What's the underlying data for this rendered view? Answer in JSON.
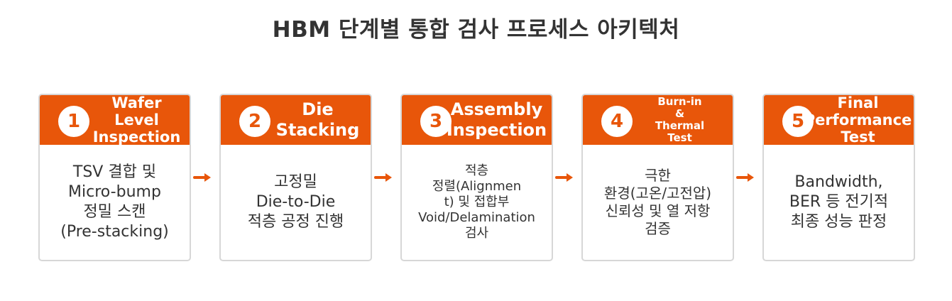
{
  "title": "HBM 단계별 통합 검사 프로세스 아키텍처",
  "colors": {
    "accent": "#e8560a",
    "text": "#333333",
    "border": "#d7d7d7"
  },
  "steps": [
    {
      "number": "1",
      "title": "Wafer\nLevel\nInspection",
      "body": "TSV 결합 및\nMicro-bump\n정밀 스캔\n(Pre-stacking)"
    },
    {
      "number": "2",
      "title": "Die\nStacking",
      "body": "고정밀\nDie-to-Die\n적층 공정 진행"
    },
    {
      "number": "3",
      "title": "Assembly\nInspection",
      "body": "적층\n정렬(Alignmen\nt) 및 접합부\nVoid/Delamination\n검사"
    },
    {
      "number": "4",
      "title": "Burn-in\n&\nThermal\nTest",
      "body": "극한\n환경(고온/고전압)\n신뢰성 및 열 저항\n검증"
    },
    {
      "number": "5",
      "title": "Final\nPerformance\nTest",
      "body": "Bandwidth,\nBER 등 전기적\n최종 성능 판정"
    }
  ],
  "connectors": [
    {
      "icon": "arrow-right-icon"
    },
    {
      "icon": "arrow-right-icon"
    },
    {
      "icon": "arrow-right-icon"
    },
    {
      "icon": "arrow-right-icon"
    }
  ]
}
